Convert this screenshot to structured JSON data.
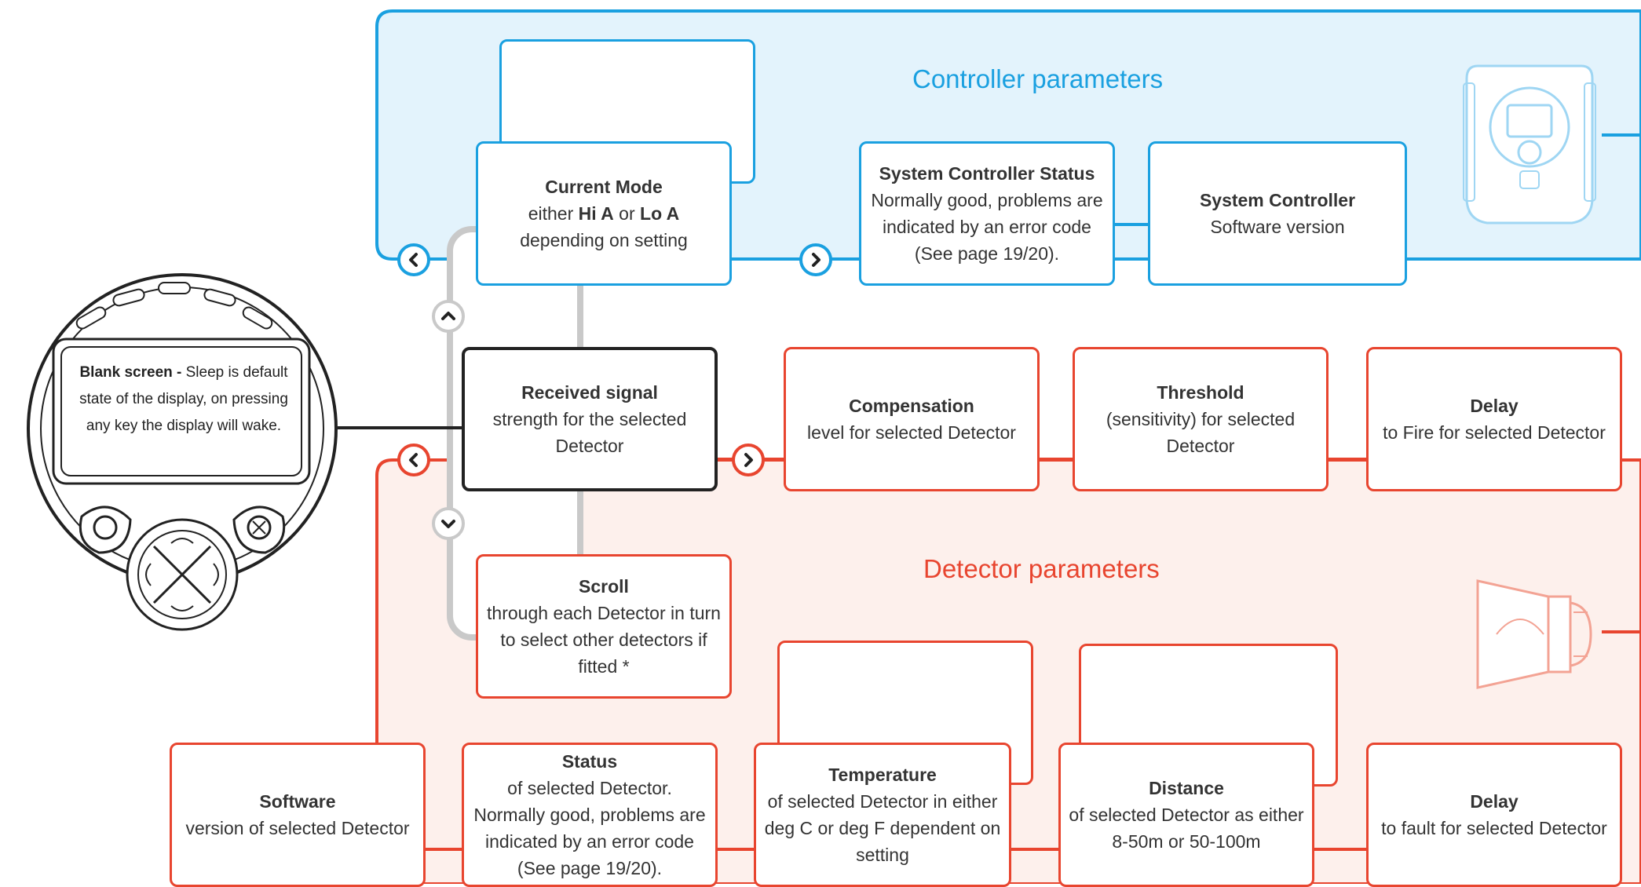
{
  "controller": {
    "title": "Controller parameters",
    "current_mode": {
      "title": "Current Mode",
      "line1_pre": "either ",
      "line1_hi": "Hi A",
      "line1_mid": " or ",
      "line1_lo": "Lo A",
      "line2": "depending on setting"
    },
    "status": {
      "title": "System Controller Status",
      "desc": "Normally good, problems are indicated by an error code (See page 19/20)."
    },
    "software": {
      "title": "System Controller",
      "desc": "Software version"
    }
  },
  "display": {
    "bold": "Blank screen - ",
    "text": "Sleep is default state of the display, on pressing any key the display will wake."
  },
  "received_signal": {
    "title": "Received signal",
    "desc": "strength for the selected Detector"
  },
  "scroll": {
    "title": "Scroll",
    "desc": "through each Detector in turn to select other detectors if fitted *"
  },
  "detector": {
    "title": "Detector parameters",
    "compensation": {
      "title": "Compensation",
      "desc": "level for selected Detector"
    },
    "threshold": {
      "title": "Threshold",
      "desc": "(sensitivity) for selected Detector"
    },
    "delay_fire": {
      "title": "Delay",
      "desc": "to Fire for selected Detector"
    },
    "software": {
      "title": "Software",
      "desc": "version of selected Detector"
    },
    "status": {
      "title": "Status",
      "desc": "of selected Detector. Normally good, problems are indicated by an error code (See page 19/20)."
    },
    "temperature": {
      "title": "Temperature",
      "desc": "of selected Detector in either deg C or deg F dependent on setting"
    },
    "distance": {
      "title": "Distance",
      "desc": "of selected Detector as either 8-50m or 50-100m"
    },
    "delay_fault": {
      "title": "Delay",
      "desc": "to fault for selected Detector"
    }
  },
  "colors": {
    "blue": "#1aa0e0",
    "red": "#e8452f",
    "blue_fill": "#e3f3fc",
    "red_fill": "#fdf0ec",
    "grey": "#c9c9c9"
  }
}
